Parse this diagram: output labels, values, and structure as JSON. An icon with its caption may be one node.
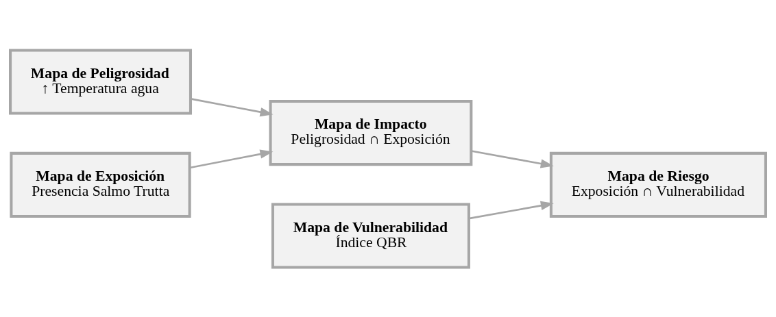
{
  "diagram": {
    "nodes": [
      {
        "text": [
          "Mapa de Peligrosidad",
          "↑ Temperatura agua"
        ]
      },
      {
        "text": [
          "Mapa de Exposición",
          "Presencia Salmo Trutta"
        ]
      },
      {
        "text": [
          "Mapa de Impacto",
          "Peligrosidad ∩ Exposición"
        ]
      },
      {
        "text": [
          "Mapa de Vulnerabilidad",
          "Índice QBR"
        ]
      },
      {
        "text": [
          "Mapa de Riesgo",
          "Exposición ∩ Vulnerabilidad"
        ]
      }
    ],
    "edges": [
      {
        "from": 0,
        "to": 2,
        "arrow": "to"
      },
      {
        "from": 1,
        "to": 2,
        "arrow": "to"
      },
      {
        "from": 2,
        "to": 4,
        "arrow": "to"
      },
      {
        "from": 3,
        "to": 4,
        "arrow": "to"
      }
    ]
  }
}
